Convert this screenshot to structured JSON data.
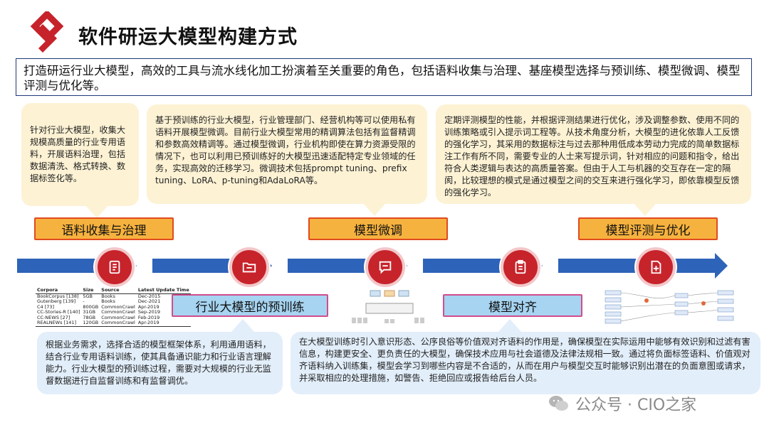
{
  "title": "软件研运大模型构建方式",
  "intro": "打造研运行业大模型，高效的工具与流水线化加工扮演着至关重要的角色，包括语料收集与治理、基座模型选择与预训练、模型微调、模型评测与优化等。",
  "bubbles": {
    "corpus": "针对行业大模型，收集大规模高质量的行业专用语料，开展语料治理，包括数据清洗、格式转换、数据标签化等。",
    "finetune": "基于预训练的行业大模型，行业管理部门、经营机构等可以使用私有语料开展模型微调。目前行业大模型常用的精调算法包括有监督精调和参数高效精调等。通过模型微调，行业机构即使在算力资源受限的情况下，也可以利用已预训练好的大模型迅速适配特定专业领域的任务，实现高效的迁移学习。微调技术包括prompt tuning、prefix tuning、LoRA、p-tuning和AdaLoRA等。",
    "evaluate": "定期评测模型的性能，并根据评测结果进行优化，涉及调整参数、使用不同的训练策略或引入提示词工程等。从技术角度分析，大模型的进化依靠人工反馈的强化学习，其采用的数据标注与过去那种用低成本劳动力完成的简单数据标注工作有所不同，需要专业的人士来写提示词，针对相应的问题和指令，给出符合人类逻辑与表达的高质量答案。但由于人工与机器的交互存在一定的隔阂，比较理想的模式是通过模型之间的交互来进行强化学习，即依靠模型反馈的强化学习。",
    "pretrain": "根据业务需求，选择合适的模型框架体系，利用通用语料，结合行业专用语料训练，使其具备通识能力和行业语言理解能力。行业大模型的预训练过程，需要对大规模的行业无监督数据进行自监督训练和有监督调优。",
    "align": "在大模型训练时引入意识形态、公序良俗等价值观对齐语料的作用是，确保模型在实际运用中能够有效识别和过滤有害信息，构建更安全、更负责任的大模型，确保技术应用与社会道德及法律法规相一致。通过将负面标签语料、价值观对齐语料纳入训练集，模型会学习到哪些内容是不合适的，从而在用户与模型交互时能够识别出潜在的负面意图或请求，并采取相应的处理措施，如警告、拒绝回应或报告给后台人员。"
  },
  "stages": {
    "s1": "语料收集与治理",
    "s2": "模型微调",
    "s3": "模型评测与优化",
    "s4": "行业大模型的预训练",
    "s5": "模型对齐"
  },
  "corpus_table": {
    "headers": [
      "Corpora",
      "Size",
      "Source",
      "Latest Update Time"
    ],
    "rows": [
      [
        "BookCorpus [138]",
        "5GB",
        "Books",
        "Dec-2015"
      ],
      [
        "Gutenberg [139]",
        "-",
        "Books",
        "Dec-2021"
      ],
      [
        "C4 [73]",
        "800GB",
        "CommonCrawl",
        "Apr-2019"
      ],
      [
        "CC-Stories-R [140]",
        "31GB",
        "CommonCrawl",
        "Sep-2019"
      ],
      [
        "CC-NEWS [27]",
        "78GB",
        "CommonCrawl",
        "Feb-2019"
      ],
      [
        "REALNEWs [141]",
        "120GB",
        "CommonCrawl",
        "Apr-2019"
      ]
    ]
  },
  "watermark": "公众号 · CIO之家",
  "colors": {
    "brand_red": "#c7232b",
    "arrow_blue": "#2d63b8",
    "stage_orange": "#f6b23e",
    "stage_blue": "#a6d4f1",
    "bubble_yellow": "#fdf2d4",
    "bubble_blue": "#e2eefa"
  },
  "icons": [
    "document-icon",
    "folder-icon",
    "message-icon",
    "clipboard-icon",
    "add-file-icon"
  ]
}
